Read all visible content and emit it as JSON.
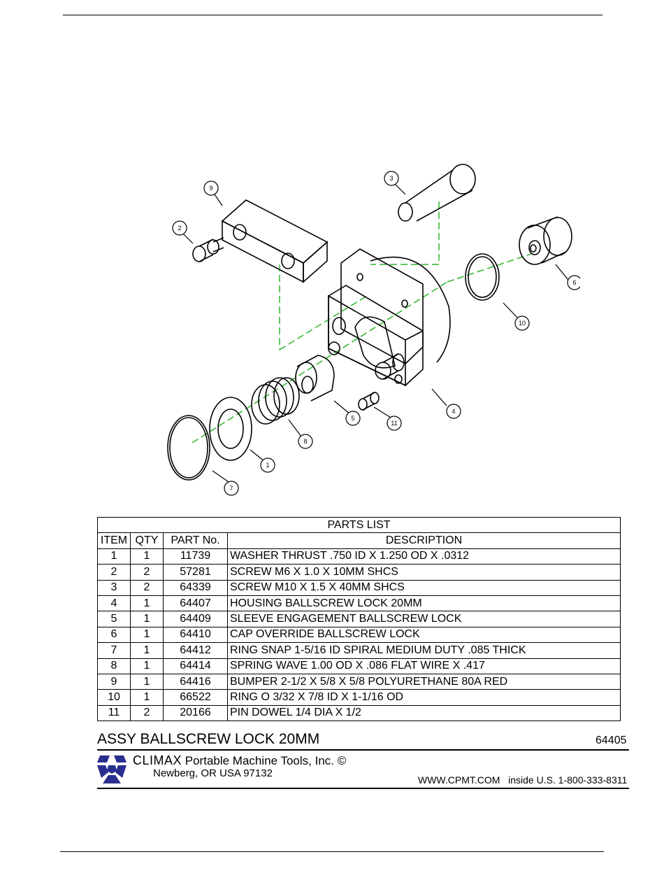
{
  "parts_list": {
    "title": "PARTS LIST",
    "headers": {
      "item": "ITEM",
      "qty": "QTY",
      "part_no": "PART No.",
      "description": "DESCRIPTION"
    },
    "rows": [
      {
        "item": "1",
        "qty": "1",
        "part_no": "11739",
        "description": "WASHER THRUST .750 ID X 1.250 OD X .0312"
      },
      {
        "item": "2",
        "qty": "2",
        "part_no": "57281",
        "description": "SCREW M6 X 1.0 X 10MM SHCS"
      },
      {
        "item": "3",
        "qty": "2",
        "part_no": "64339",
        "description": "SCREW M10 X 1.5 X 40MM SHCS"
      },
      {
        "item": "4",
        "qty": "1",
        "part_no": "64407",
        "description": "HOUSING BALLSCREW LOCK 20MM"
      },
      {
        "item": "5",
        "qty": "1",
        "part_no": "64409",
        "description": "SLEEVE ENGAGEMENT BALLSCREW LOCK"
      },
      {
        "item": "6",
        "qty": "1",
        "part_no": "64410",
        "description": "CAP OVERRIDE BALLSCREW LOCK"
      },
      {
        "item": "7",
        "qty": "1",
        "part_no": "64412",
        "description": "RING SNAP 1-5/16 ID SPIRAL MEDIUM DUTY .085 THICK"
      },
      {
        "item": "8",
        "qty": "1",
        "part_no": "64414",
        "description": "SPRING WAVE 1.00 OD X .086 FLAT WIRE X .417"
      },
      {
        "item": "9",
        "qty": "1",
        "part_no": "64416",
        "description": "BUMPER 2-1/2 X 5/8 X 5/8 POLYURETHANE 80A RED"
      },
      {
        "item": "10",
        "qty": "1",
        "part_no": "66522",
        "description": "RING O 3/32 X 7/8 ID X 1-1/16 OD"
      },
      {
        "item": "11",
        "qty": "2",
        "part_no": "20166",
        "description": "PIN DOWEL 1/4 DIA X 1/2"
      }
    ]
  },
  "title_block": {
    "assembly_name": "ASSY BALLSCREW LOCK 20MM",
    "assembly_part_no": "64405",
    "company_brand": "CLIMAX",
    "company_rest": "Portable Machine Tools, Inc. ©",
    "address": "Newberg, OR USA 97132",
    "website": "WWW.CPMT.COM",
    "phone": "inside U.S. 1-800-333-8311"
  },
  "balloons": [
    "1",
    "2",
    "3",
    "4",
    "5",
    "6",
    "7",
    "8",
    "9",
    "10",
    "11"
  ],
  "colors": {
    "centerline": "#2bb52b",
    "logo": "#2a2f8f",
    "ink": "#000000"
  },
  "icons": {
    "logo": "climax-star-logo-icon"
  }
}
